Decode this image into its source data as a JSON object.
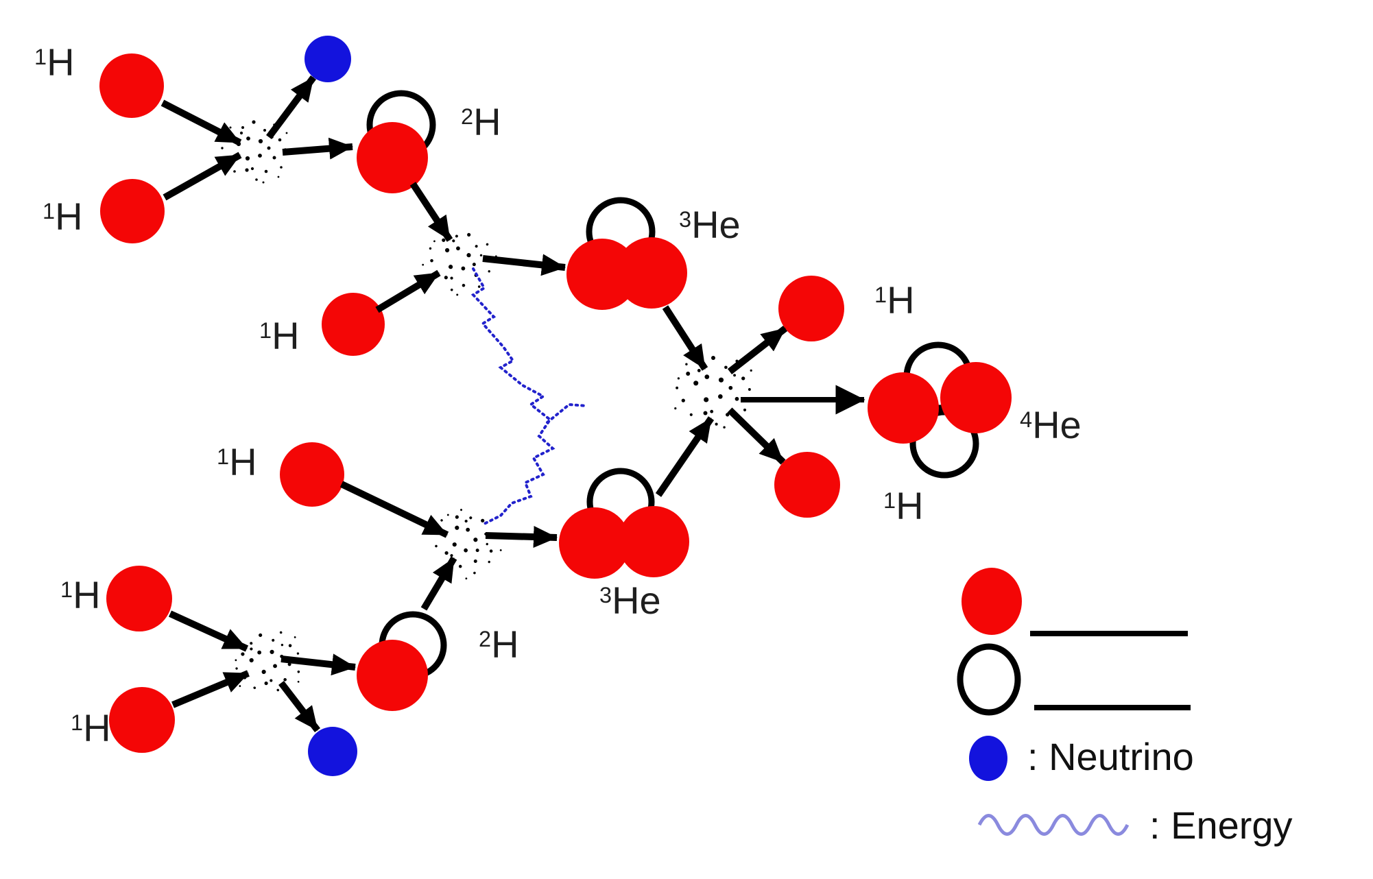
{
  "colors": {
    "proton": "#f40606",
    "neutrino": "#1313dd",
    "neutron_outline": "#000000",
    "arrow": "#000000",
    "energy_zigzag": "#2222cc",
    "energy_wave": "#8a8ade",
    "label_text": "#1f1f1f"
  },
  "labels": {
    "h1_top_a": {
      "sup": "1",
      "base": "H"
    },
    "h1_top_b": {
      "sup": "1",
      "base": "H"
    },
    "h2_top": {
      "sup": "2",
      "base": "H"
    },
    "h1_mid_top": {
      "sup": "1",
      "base": "H"
    },
    "he3_top": {
      "sup": "3",
      "base": "He"
    },
    "h1_out_top": {
      "sup": "1",
      "base": "H"
    },
    "he4": {
      "sup": "4",
      "base": "He"
    },
    "h1_out_bottom": {
      "sup": "1",
      "base": "H"
    },
    "h1_mid_bottom": {
      "sup": "1",
      "base": "H"
    },
    "h2_bottom": {
      "sup": "2",
      "base": "H"
    },
    "he3_bottom": {
      "sup": "3",
      "base": "He"
    },
    "h1_bot_a": {
      "sup": "1",
      "base": "H"
    },
    "h1_bot_b": {
      "sup": "1",
      "base": "H"
    }
  },
  "legend": {
    "proton_row_label": "",
    "neutron_row_label": "",
    "neutrino_row_label": ": Neutrino",
    "energy_row_label": ": Energy"
  }
}
